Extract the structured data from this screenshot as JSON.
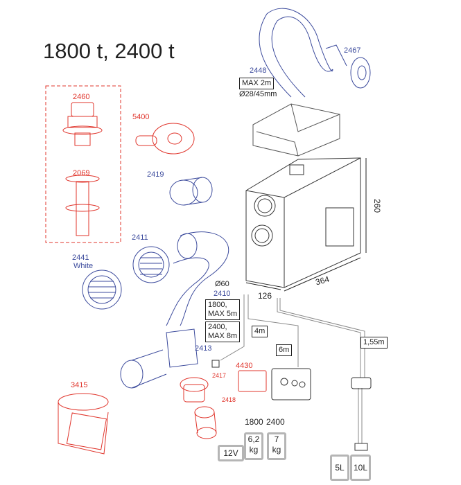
{
  "title": "1800 t, 2400 t",
  "parts": {
    "p2460": "2460",
    "p2069": "2069",
    "p5400": "5400",
    "p2419": "2419",
    "p2411": "2411",
    "p2441": "2441",
    "p2441_note": "White",
    "p2448": "2448",
    "p2448_max": "MAX 2m",
    "p2448_dia": "Ø28/45mm",
    "p2467": "2467",
    "p2410": "2410",
    "p2410_dia": "Ø60",
    "p2410_1800": "1800,\nMAX 5m",
    "p2410_2400": "2400,\nMAX 8m",
    "p2413": "2413",
    "p2417": "2417",
    "p2418": "2418",
    "p4430": "4430",
    "p3415": "3415"
  },
  "dimensions": {
    "height": "260",
    "width": "364",
    "depth": "126"
  },
  "cables": {
    "c4m": "4m",
    "c6m": "6m",
    "c155": "1,55m"
  },
  "specs": {
    "voltage": "12V",
    "weight_header_1800": "1800",
    "weight_header_2400": "2400",
    "weight_1800": "6,2\nkg",
    "weight_2400": "7\nkg",
    "tank_5": "5L",
    "tank_10": "10L"
  },
  "colors": {
    "blue": "#3b4a9c",
    "red": "#e0342b",
    "gray": "#b5b5b5"
  }
}
